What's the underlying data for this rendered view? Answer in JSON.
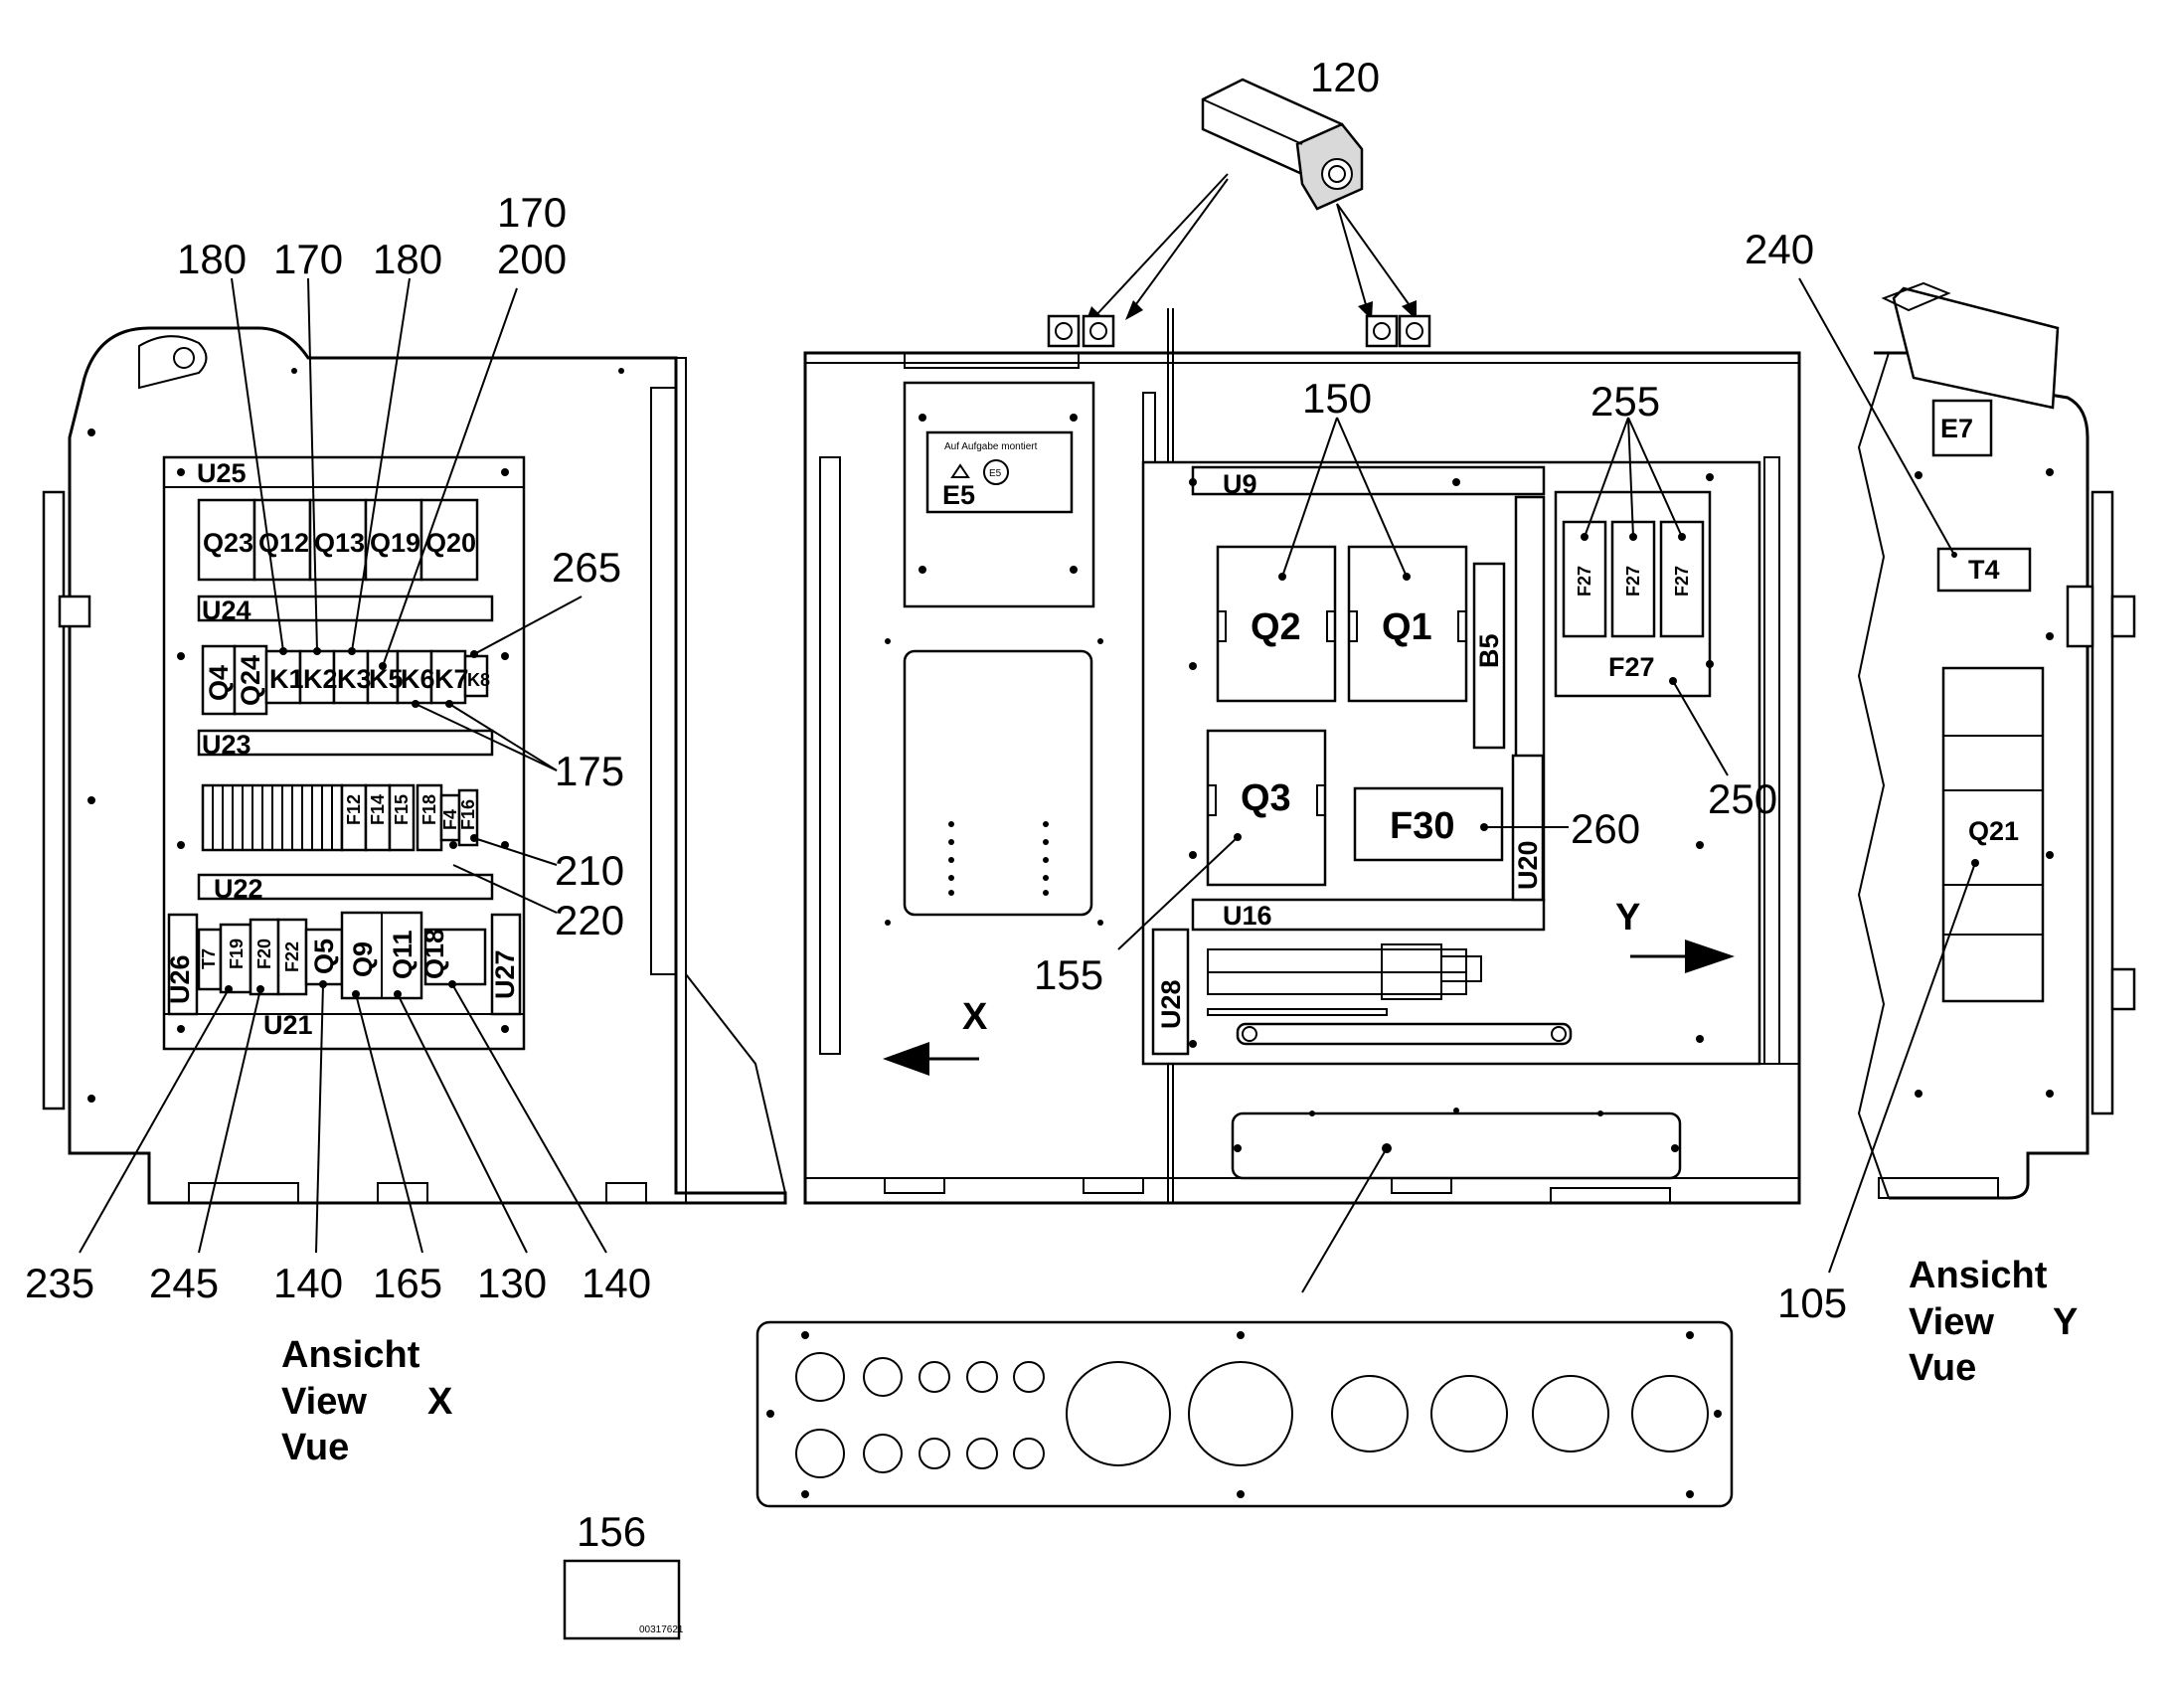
{
  "view_x": {
    "caption": [
      "Ansicht",
      "View",
      "Vue"
    ],
    "axis_letter": "X",
    "rail_labels": [
      "U25",
      "U24",
      "U23",
      "U22",
      "U21",
      "U26",
      "U27"
    ],
    "top_breakers": [
      "Q23",
      "Q12",
      "Q13",
      "Q19",
      "Q20"
    ],
    "row2": [
      "Q4",
      "Q24",
      "K1",
      "K2",
      "K3",
      "K5",
      "K6",
      "K7",
      "K8"
    ],
    "fuses": [
      "F12",
      "F14",
      "F15",
      "F18",
      "F4",
      "F16"
    ],
    "bottom_row": [
      "T7",
      "F19",
      "F20",
      "F22",
      "Q5",
      "Q9",
      "Q11",
      "Q18"
    ]
  },
  "view_main": {
    "E5": "E5",
    "E5_plate_text": "Auf Aufgabe montiert",
    "E5_small": "E5",
    "main_labels": {
      "U9": "U9",
      "Q2": "Q2",
      "Q1": "Q1",
      "B5": "B5",
      "Q3": "Q3",
      "F30": "F30",
      "U20": "U20",
      "U16": "U16",
      "U28": "U28",
      "F27_main": "F27",
      "F27a": "F27",
      "F27b": "F27",
      "F27c": "F27"
    },
    "arrow_x": "X",
    "arrow_y": "Y"
  },
  "view_y": {
    "caption": [
      "Ansicht",
      "View",
      "Vue"
    ],
    "axis_letter": "Y",
    "E7": "E7",
    "T4": "T4",
    "Q21": "Q21"
  },
  "callouts": {
    "c120": "120",
    "c180a": "180",
    "c170a": "170",
    "c180b": "180",
    "c170b": "170",
    "c200": "200",
    "c265": "265",
    "c175": "175",
    "c210": "210",
    "c220": "220",
    "c235": "235",
    "c245": "245",
    "c140a": "140",
    "c165": "165",
    "c130": "130",
    "c140b": "140",
    "c150": "150",
    "c255": "255",
    "c240": "240",
    "c155": "155",
    "c260": "260",
    "c250": "250",
    "c105": "105",
    "c156": "156"
  },
  "label_156_small": "00317621"
}
